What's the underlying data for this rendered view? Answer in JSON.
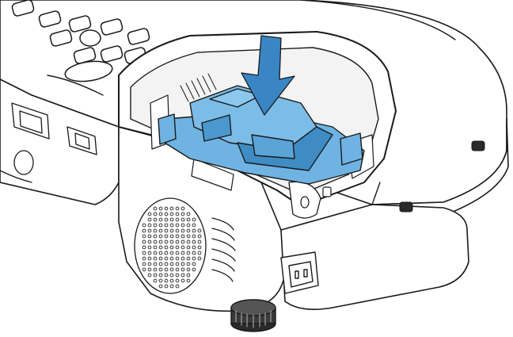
{
  "figure": {
    "lamp_color": "#6fb3e3",
    "lamp_shadow_color": "#3f8cc4",
    "arrow_color": "#3a86c5",
    "line_color": "#1a1a1a",
    "body_color": "#ffffff",
    "icons": [
      "projector-body",
      "control-buttons",
      "lamp-cover-opening",
      "lamp-unit",
      "insert-arrow",
      "speaker-grille",
      "vent-slots",
      "power-inlet",
      "adjustable-foot"
    ]
  }
}
